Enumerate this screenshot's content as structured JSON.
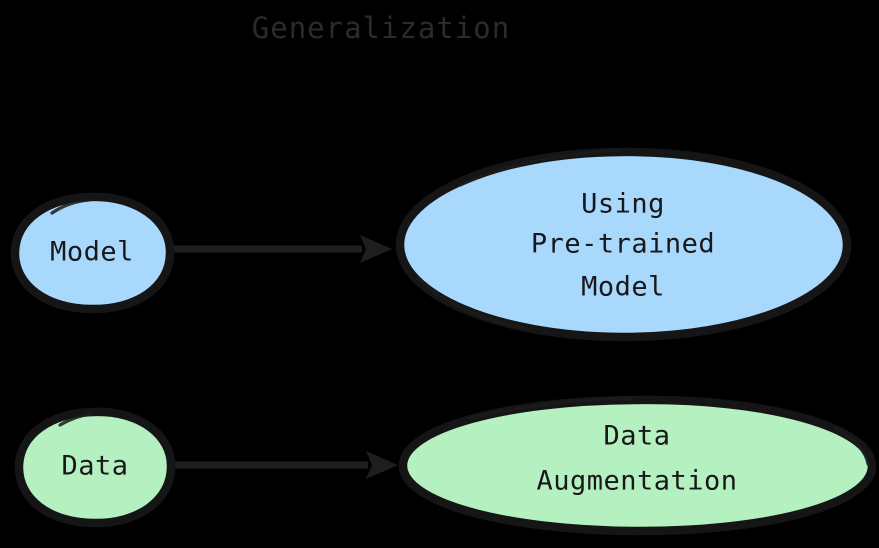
{
  "diagram": {
    "title": "Generalization",
    "background_color": "#000000",
    "title_color": "#2b2b2b",
    "edge_color": "#1e1e1e",
    "node_border_color": "#151515",
    "nodes": [
      {
        "id": "model",
        "label": "Model",
        "lines": [
          "Model"
        ],
        "fill_color": "#a8d8fb",
        "shape": "ellipse"
      },
      {
        "id": "pretrained",
        "label": "Using Pre-trained Model",
        "lines": [
          "Using",
          "Pre-trained",
          "Model"
        ],
        "fill_color": "#a8d8fb",
        "shape": "ellipse"
      },
      {
        "id": "data",
        "label": "Data",
        "lines": [
          "Data"
        ],
        "fill_color": "#b4f0c0",
        "shape": "ellipse"
      },
      {
        "id": "augmentation",
        "label": "Data Augmentation",
        "lines": [
          "Data",
          "Augmentation"
        ],
        "fill_color": "#b4f0c0",
        "shape": "ellipse"
      }
    ],
    "edges": [
      {
        "id": "model-to-pretrained",
        "from": "model",
        "to": "pretrained",
        "label": ""
      },
      {
        "id": "data-to-augmentation",
        "from": "data",
        "to": "augmentation",
        "label": ""
      }
    ]
  }
}
